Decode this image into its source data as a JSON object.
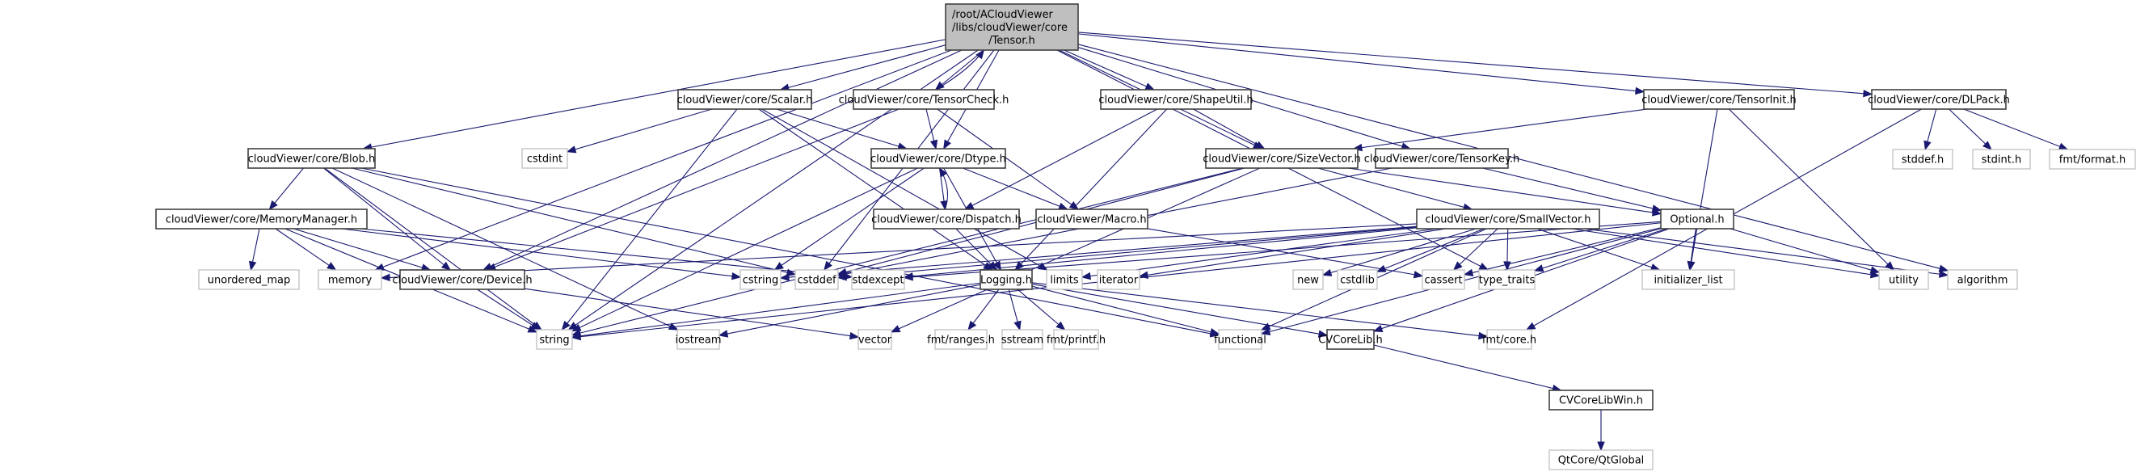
{
  "title": "Include dependency graph for Tensor.h",
  "colors": {
    "edge": "#191970",
    "node_border": "#404040",
    "external_border": "#bfbfbf",
    "root_fill": "#bfbfbf",
    "background": "#ffffff"
  },
  "nodes": [
    {
      "id": "tensor",
      "label_lines": [
        "/root/ACloudViewer",
        "/libs/cloudViewer/core",
        "/Tensor.h"
      ],
      "kind": "root"
    },
    {
      "id": "scalar",
      "label_lines": [
        "cloudViewer/core/Scalar.h"
      ],
      "kind": "local"
    },
    {
      "id": "tensorcheck",
      "label_lines": [
        "cloudViewer/core/TensorCheck.h"
      ],
      "kind": "local"
    },
    {
      "id": "shapeutil",
      "label_lines": [
        "cloudViewer/core/ShapeUtil.h"
      ],
      "kind": "local"
    },
    {
      "id": "tensorinit",
      "label_lines": [
        "cloudViewer/core/TensorInit.h"
      ],
      "kind": "local"
    },
    {
      "id": "dlpack",
      "label_lines": [
        "cloudViewer/core/DLPack.h"
      ],
      "kind": "local"
    },
    {
      "id": "blob",
      "label_lines": [
        "cloudViewer/core/Blob.h"
      ],
      "kind": "local"
    },
    {
      "id": "cstdint",
      "label_lines": [
        "cstdint"
      ],
      "kind": "external"
    },
    {
      "id": "dtype",
      "label_lines": [
        "cloudViewer/core/Dtype.h"
      ],
      "kind": "local"
    },
    {
      "id": "sizevector",
      "label_lines": [
        "cloudViewer/core/SizeVector.h"
      ],
      "kind": "local"
    },
    {
      "id": "tensorkey",
      "label_lines": [
        "cloudViewer/core/TensorKey.h"
      ],
      "kind": "local"
    },
    {
      "id": "stddef_h",
      "label_lines": [
        "stddef.h"
      ],
      "kind": "external"
    },
    {
      "id": "stdint_h",
      "label_lines": [
        "stdint.h"
      ],
      "kind": "external"
    },
    {
      "id": "fmt_format",
      "label_lines": [
        "fmt/format.h"
      ],
      "kind": "external"
    },
    {
      "id": "memorymanager",
      "label_lines": [
        "cloudViewer/core/MemoryManager.h"
      ],
      "kind": "local"
    },
    {
      "id": "dispatch",
      "label_lines": [
        "cloudViewer/core/Dispatch.h"
      ],
      "kind": "local"
    },
    {
      "id": "macro",
      "label_lines": [
        "cloudViewer/Macro.h"
      ],
      "kind": "local"
    },
    {
      "id": "smallvector",
      "label_lines": [
        "cloudViewer/core/SmallVector.h"
      ],
      "kind": "local"
    },
    {
      "id": "optional",
      "label_lines": [
        "Optional.h"
      ],
      "kind": "local"
    },
    {
      "id": "unordered_map",
      "label_lines": [
        "unordered_map"
      ],
      "kind": "external"
    },
    {
      "id": "memory",
      "label_lines": [
        "memory"
      ],
      "kind": "external"
    },
    {
      "id": "device",
      "label_lines": [
        "cloudViewer/core/Device.h"
      ],
      "kind": "local"
    },
    {
      "id": "cstring",
      "label_lines": [
        "cstring"
      ],
      "kind": "external"
    },
    {
      "id": "cstddef",
      "label_lines": [
        "cstddef"
      ],
      "kind": "external"
    },
    {
      "id": "stdexcept",
      "label_lines": [
        "stdexcept"
      ],
      "kind": "external"
    },
    {
      "id": "logging",
      "label_lines": [
        "Logging.h"
      ],
      "kind": "local"
    },
    {
      "id": "limits",
      "label_lines": [
        "limits"
      ],
      "kind": "external"
    },
    {
      "id": "iterator",
      "label_lines": [
        "iterator"
      ],
      "kind": "external"
    },
    {
      "id": "new",
      "label_lines": [
        "new"
      ],
      "kind": "external"
    },
    {
      "id": "cstdlib",
      "label_lines": [
        "cstdlib"
      ],
      "kind": "external"
    },
    {
      "id": "cassert",
      "label_lines": [
        "cassert"
      ],
      "kind": "external"
    },
    {
      "id": "type_traits",
      "label_lines": [
        "type_traits"
      ],
      "kind": "external"
    },
    {
      "id": "initializer_list",
      "label_lines": [
        "initializer_list"
      ],
      "kind": "external"
    },
    {
      "id": "utility",
      "label_lines": [
        "utility"
      ],
      "kind": "external"
    },
    {
      "id": "algorithm",
      "label_lines": [
        "algorithm"
      ],
      "kind": "external"
    },
    {
      "id": "string",
      "label_lines": [
        "string"
      ],
      "kind": "external"
    },
    {
      "id": "iostream",
      "label_lines": [
        "iostream"
      ],
      "kind": "external"
    },
    {
      "id": "vector",
      "label_lines": [
        "vector"
      ],
      "kind": "external"
    },
    {
      "id": "fmt_ranges",
      "label_lines": [
        "fmt/ranges.h"
      ],
      "kind": "external"
    },
    {
      "id": "sstream",
      "label_lines": [
        "sstream"
      ],
      "kind": "external"
    },
    {
      "id": "fmt_printf",
      "label_lines": [
        "fmt/printf.h"
      ],
      "kind": "external"
    },
    {
      "id": "functional",
      "label_lines": [
        "functional"
      ],
      "kind": "external"
    },
    {
      "id": "cvcorelib",
      "label_lines": [
        "CVCoreLib.h"
      ],
      "kind": "local"
    },
    {
      "id": "fmt_core",
      "label_lines": [
        "fmt/core.h"
      ],
      "kind": "external"
    },
    {
      "id": "cvcorelibwin",
      "label_lines": [
        "CVCoreLibWin.h"
      ],
      "kind": "local"
    },
    {
      "id": "qtglobal",
      "label_lines": [
        "QtCore/QtGlobal"
      ],
      "kind": "external"
    }
  ],
  "edges": [
    [
      "tensor",
      "scalar"
    ],
    [
      "tensor",
      "tensorcheck"
    ],
    [
      "tensor",
      "shapeutil"
    ],
    [
      "tensor",
      "tensorinit"
    ],
    [
      "tensor",
      "dlpack"
    ],
    [
      "tensor",
      "blob"
    ],
    [
      "tensor",
      "dtype"
    ],
    [
      "tensor",
      "sizevector"
    ],
    [
      "tensor",
      "tensorkey"
    ],
    [
      "tensor",
      "device"
    ],
    [
      "tensor",
      "string"
    ],
    [
      "tensor",
      "memory"
    ],
    [
      "tensor",
      "cstddef"
    ],
    [
      "tensor",
      "type_traits"
    ],
    [
      "tensor",
      "algorithm"
    ],
    [
      "tensorcheck",
      "tensor"
    ],
    [
      "tensorcheck",
      "dtype"
    ],
    [
      "tensorcheck",
      "device"
    ],
    [
      "tensorcheck",
      "macro"
    ],
    [
      "scalar",
      "dtype"
    ],
    [
      "scalar",
      "cstdint"
    ],
    [
      "scalar",
      "string"
    ],
    [
      "scalar",
      "logging"
    ],
    [
      "scalar",
      "limits"
    ],
    [
      "shapeutil",
      "sizevector"
    ],
    [
      "shapeutil",
      "dispatch"
    ],
    [
      "shapeutil",
      "logging"
    ],
    [
      "tensorinit",
      "sizevector"
    ],
    [
      "tensorinit",
      "initializer_list"
    ],
    [
      "tensorinit",
      "utility"
    ],
    [
      "dlpack",
      "stddef_h"
    ],
    [
      "dlpack",
      "stdint_h"
    ],
    [
      "dlpack",
      "fmt_format"
    ],
    [
      "dlpack",
      "fmt_core"
    ],
    [
      "blob",
      "memorymanager"
    ],
    [
      "blob",
      "device"
    ],
    [
      "blob",
      "string"
    ],
    [
      "blob",
      "iostream"
    ],
    [
      "blob",
      "cstddef"
    ],
    [
      "blob",
      "functional"
    ],
    [
      "memorymanager",
      "unordered_map"
    ],
    [
      "memorymanager",
      "memory"
    ],
    [
      "memorymanager",
      "device"
    ],
    [
      "memorymanager",
      "string"
    ],
    [
      "memorymanager",
      "cstring"
    ],
    [
      "memorymanager",
      "stdexcept"
    ],
    [
      "dtype",
      "dispatch"
    ],
    [
      "dtype",
      "macro"
    ],
    [
      "dtype",
      "string"
    ],
    [
      "dtype",
      "cstring"
    ],
    [
      "dtype",
      "logging"
    ],
    [
      "dispatch",
      "dtype"
    ],
    [
      "dispatch",
      "logging"
    ],
    [
      "macro",
      "cassert"
    ],
    [
      "sizevector",
      "smallvector"
    ],
    [
      "sizevector",
      "optional"
    ],
    [
      "sizevector",
      "cstddef"
    ],
    [
      "sizevector",
      "string"
    ],
    [
      "sizevector",
      "vector"
    ],
    [
      "tensorkey",
      "optional"
    ],
    [
      "tensorkey",
      "cstddef"
    ],
    [
      "smallvector",
      "cstddef"
    ],
    [
      "smallvector",
      "cstring"
    ],
    [
      "smallvector",
      "memory"
    ],
    [
      "smallvector",
      "iterator"
    ],
    [
      "smallvector",
      "new"
    ],
    [
      "smallvector",
      "cstdlib"
    ],
    [
      "smallvector",
      "cassert"
    ],
    [
      "smallvector",
      "type_traits"
    ],
    [
      "smallvector",
      "functional"
    ],
    [
      "smallvector",
      "initializer_list"
    ],
    [
      "smallvector",
      "utility"
    ],
    [
      "smallvector",
      "stdexcept"
    ],
    [
      "smallvector",
      "limits"
    ],
    [
      "smallvector",
      "algorithm"
    ],
    [
      "optional",
      "cassert"
    ],
    [
      "optional",
      "type_traits"
    ],
    [
      "optional",
      "functional"
    ],
    [
      "optional",
      "initializer_list"
    ],
    [
      "optional",
      "utility"
    ],
    [
      "optional",
      "string"
    ],
    [
      "optional",
      "stdexcept"
    ],
    [
      "optional",
      "cvcorelib"
    ],
    [
      "device",
      "string"
    ],
    [
      "device",
      "vector"
    ],
    [
      "logging",
      "string"
    ],
    [
      "logging",
      "iostream"
    ],
    [
      "logging",
      "fmt_ranges"
    ],
    [
      "logging",
      "sstream"
    ],
    [
      "logging",
      "fmt_printf"
    ],
    [
      "logging",
      "functional"
    ],
    [
      "logging",
      "cvcorelib"
    ],
    [
      "logging",
      "fmt_core"
    ],
    [
      "cvcorelib",
      "cvcorelibwin"
    ],
    [
      "cvcorelibwin",
      "qtglobal"
    ]
  ]
}
